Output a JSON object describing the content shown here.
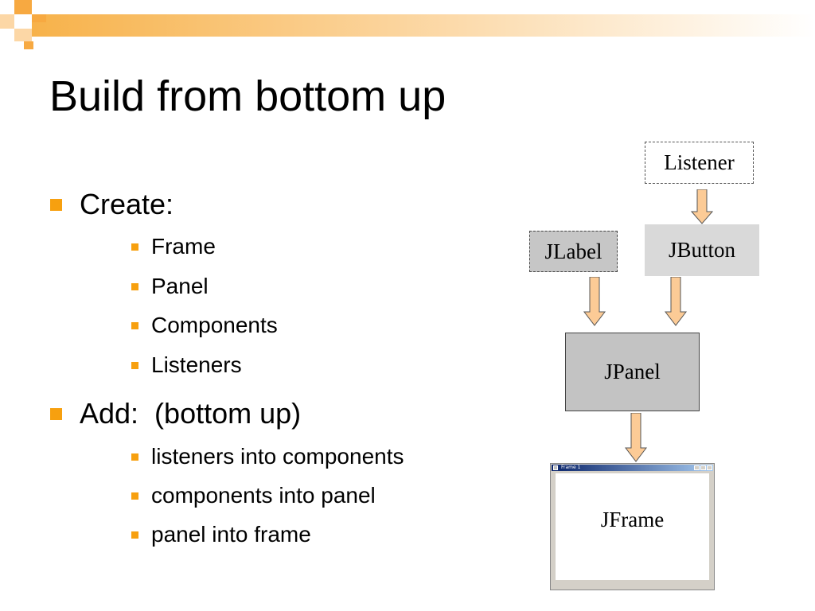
{
  "slide": {
    "title": "Build from bottom up",
    "bullets": [
      {
        "text": "Create:",
        "sub": [
          "Frame",
          "Panel",
          "Components",
          "Listeners"
        ]
      },
      {
        "text": "Add:  (bottom up)",
        "sub": [
          "listeners into components",
          "components into panel",
          "panel into frame"
        ]
      }
    ]
  },
  "diagram": {
    "listener": "Listener",
    "jlabel": "JLabel",
    "jbutton": "JButton",
    "jpanel": "JPanel",
    "jframe": "JFrame",
    "jframe_window_title": "Frame 1"
  },
  "colors": {
    "accent": "#f7a00f",
    "arrow_fill": "#fccb96",
    "arrow_stroke": "#555555",
    "banner": "#f7b24a"
  },
  "icons": {
    "frame_controls": [
      "minimize-icon",
      "maximize-icon",
      "close-icon"
    ]
  }
}
